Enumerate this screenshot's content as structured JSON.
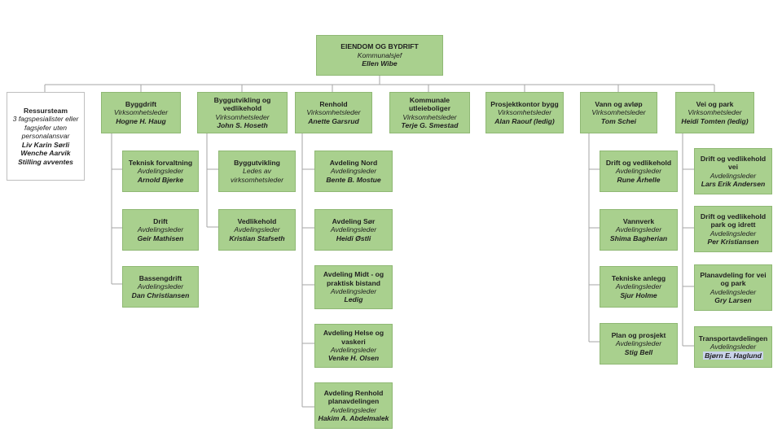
{
  "top": {
    "title": "EIENDOM OG BYDRIFT",
    "role": "Kommunalsjef",
    "person": "Ellen Wibe"
  },
  "ressursteam": {
    "title": "Ressursteam",
    "desc": "3 fagspesialister eller fagsjefer uten personalansvar",
    "p1": "Liv Karin Sørli",
    "p2": "Wenche Aarvik",
    "p3": "Stilling avventes"
  },
  "byggdrift": {
    "title": "Byggdrift",
    "role": "Virksomhetsleder",
    "person": "Hogne H. Haug"
  },
  "teknisk_forvaltning": {
    "title": "Teknisk forvaltning",
    "role": "Avdelingsleder",
    "person": "Arnold Bjerke"
  },
  "drift": {
    "title": "Drift",
    "role": "Avdelingsleder",
    "person": "Geir Mathisen"
  },
  "bassengdrift": {
    "title": "Bassengdrift",
    "role": "Avdelingsleder",
    "person": "Dan Christiansen"
  },
  "byggutvikling": {
    "title": "Byggutvikling og vedlikehold",
    "role": "Virksomhetsleder",
    "person": "John S. Hoseth"
  },
  "byggutvikling_sub": {
    "title": "Byggutvikling",
    "role": "Ledes av virksomhetsleder"
  },
  "vedlikehold": {
    "title": "Vedlikehold",
    "role": "Avdelingsleder",
    "person": "Kristian Stafseth"
  },
  "renhold": {
    "title": "Renhold",
    "role": "Virksomhetsleder",
    "person": "Anette Garsrud"
  },
  "avd_nord": {
    "title": "Avdeling Nord",
    "role": "Avdelingsleder",
    "person": "Bente B. Mostue"
  },
  "avd_sor": {
    "title": "Avdeling Sør",
    "role": "Avdelingsleder",
    "person": "Heidi Østli"
  },
  "avd_midt": {
    "title": "Avdeling Midt - og praktisk bistand",
    "role": "Avdelingsleder",
    "person": "Ledig"
  },
  "avd_helse": {
    "title": "Avdeling Helse og vaskeri",
    "role": "Avdelingsleder",
    "person": "Venke H. Olsen"
  },
  "avd_renhold_plan": {
    "title": "Avdeling Renhold planavdelingen",
    "role": "Avdelingsleder",
    "person": "Hakim A. Abdelmalek"
  },
  "kommunale": {
    "title": "Kommunale utleieboliger",
    "role": "Virksomhetsleder",
    "person": "Terje G. Smestad"
  },
  "prosjektkontor": {
    "title": "Prosjektkontor bygg",
    "role": "Virksomhetsleder",
    "person": "Alan Raouf (ledig)"
  },
  "vann": {
    "title": "Vann og avløp",
    "role": "Virksomhetsleder",
    "person": "Tom Schei"
  },
  "drift_vedl": {
    "title": "Drift og vedlikehold",
    "role": "Avdelingsleder",
    "person": "Rune Århelle"
  },
  "vannverk": {
    "title": "Vannverk",
    "role": "Avdelingsleder",
    "person": "Shima Bagherian"
  },
  "tekniske_anlegg": {
    "title": "Tekniske anlegg",
    "role": "Avdelingsleder",
    "person": "Sjur Holme"
  },
  "plan_prosjekt": {
    "title": "Plan og prosjekt",
    "role": "Avdelingsleder",
    "person": "Stig Bell"
  },
  "veiogpark": {
    "title": "Vei og park",
    "role": "Virksomhetsleder",
    "person": "Heidi Tomten (ledig)"
  },
  "drift_vei": {
    "title": "Drift og vedlikehold vei",
    "role": "Avdelingsleder",
    "person": "Lars Erik Andersen"
  },
  "drift_park": {
    "title": "Drift  og vedlikehold park og idrett",
    "role": "Avdelingsleder",
    "person": "Per Kristiansen"
  },
  "planavd": {
    "title": "Planavdeling for vei og park",
    "role": "Avdelingsleder",
    "person": "Gry Larsen"
  },
  "transport": {
    "title": "Transportavdelingen",
    "role": "Avdelingsleder",
    "person": "Bjørn E. Haglund"
  }
}
